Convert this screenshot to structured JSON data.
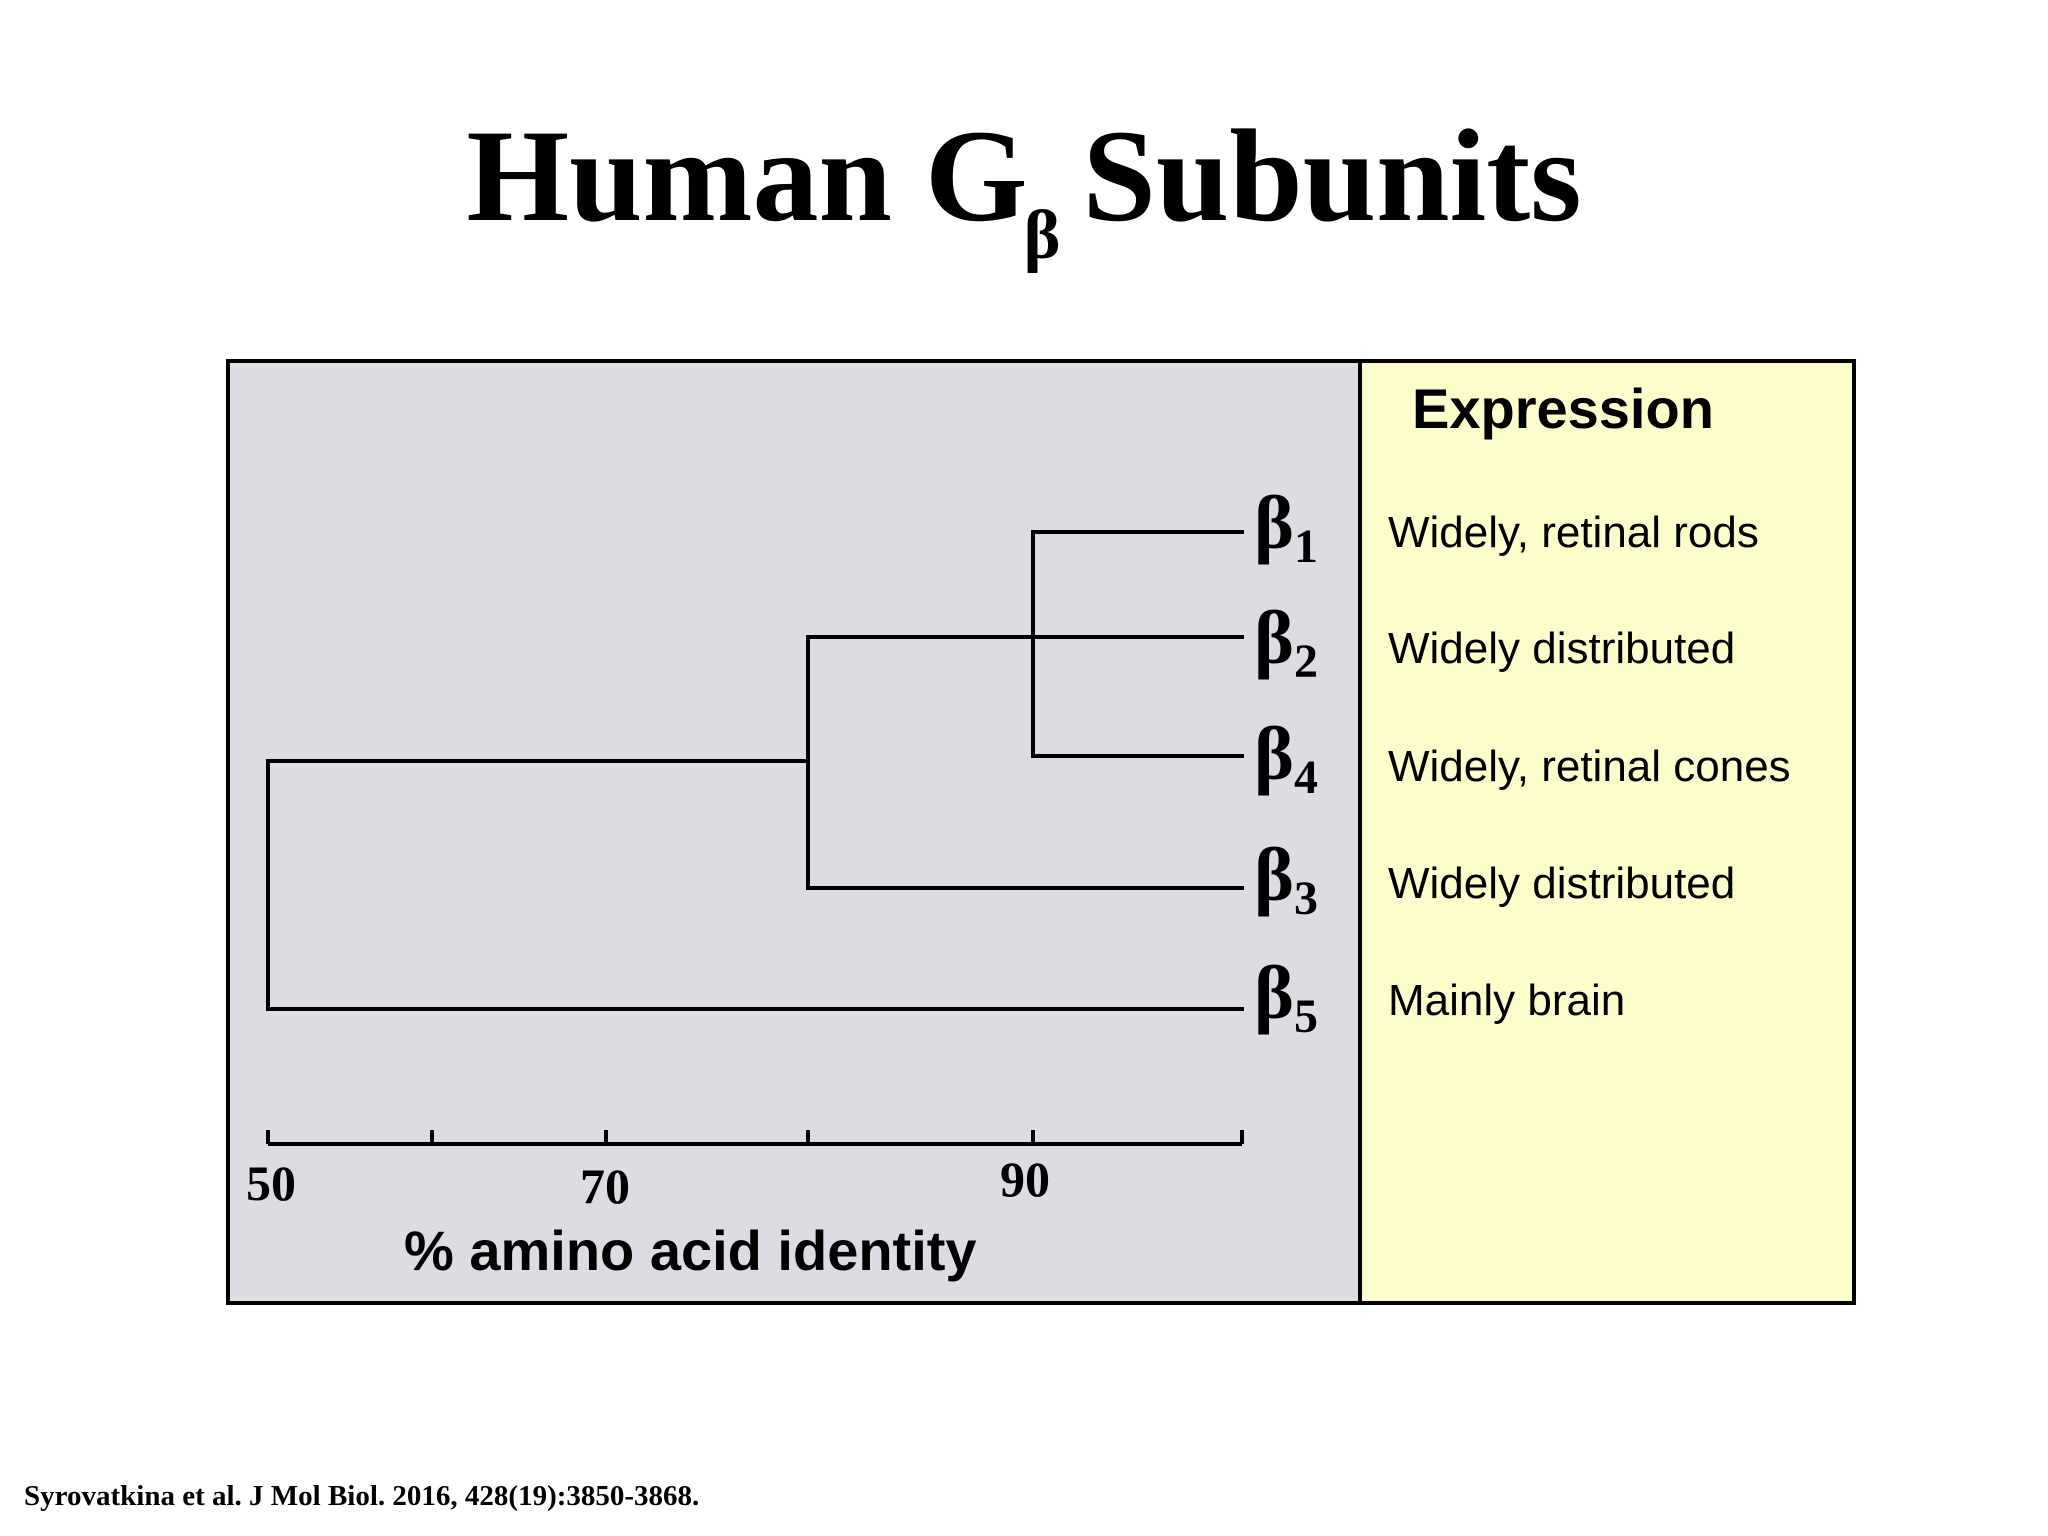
{
  "title": {
    "main": "Human G",
    "subscript": "β",
    "rest": "Subunits"
  },
  "expression_header": "Expression",
  "axis": {
    "label": "% amino acid identity",
    "tick_labels": [
      "50",
      "70",
      "90"
    ]
  },
  "leaves": [
    {
      "symbol": "β",
      "sub": "1",
      "expression": "Widely, retinal rods"
    },
    {
      "symbol": "β",
      "sub": "2",
      "expression": "Widely distributed"
    },
    {
      "symbol": "β",
      "sub": "4",
      "expression": "Widely, retinal cones"
    },
    {
      "symbol": "β",
      "sub": "3",
      "expression": "Widely distributed"
    },
    {
      "symbol": "β",
      "sub": "5",
      "expression": "Mainly brain"
    }
  ],
  "colors": {
    "tree_panel": "#dedce2",
    "expression_panel": "#fdfdcc",
    "lines": "#000000"
  },
  "citation": "Syrovatkina et al. J Mol Biol. 2016, 428(19):3850-3868."
}
